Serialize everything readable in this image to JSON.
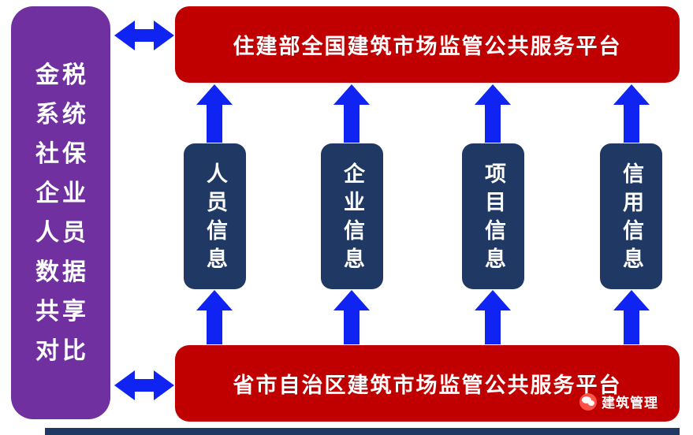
{
  "colors": {
    "purple": "#7030a0",
    "red": "#c00000",
    "navy": "#1f3864",
    "arrow": "#0f23f2",
    "bar": "#1f3864"
  },
  "left_panel": {
    "lines": [
      "金税",
      "系统",
      "社保",
      "企业",
      "人员",
      "数据",
      "共享",
      "对比"
    ]
  },
  "top_box": {
    "label": "住建部全国建筑市场监管公共服务平台"
  },
  "bottom_box": {
    "label": "省市自治区建筑市场监管公共服务平台"
  },
  "info_boxes": [
    {
      "label": "人员信息"
    },
    {
      "label": "企业信息"
    },
    {
      "label": "项目信息"
    },
    {
      "label": "信用信息"
    }
  ],
  "badge": {
    "label": "建筑管理"
  }
}
